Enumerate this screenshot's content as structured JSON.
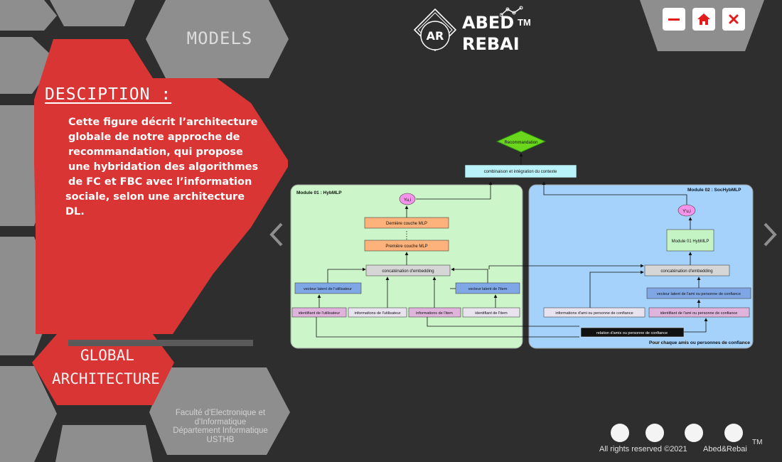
{
  "nav": {
    "models_label": "MODELS",
    "global_label_line1": "GLOBAL",
    "global_label_line2": "ARCHITECTURE"
  },
  "description": {
    "heading": "DESCIPTION :",
    "lines": [
      "Cette figure  décrit l’architecture",
      " globale de notre approche de",
      " recommandation, qui propose",
      " une hybridation des algorithmes",
      " de FC et FBC avec l’information",
      "sociale, selon une architecture DL."
    ]
  },
  "footer": {
    "faculty_lines": [
      "Faculté d'Electronique et",
      "d'Informatique",
      "Département Informatique",
      "USTHB"
    ],
    "rights": "All rights reserved ©2021",
    "brand": "Abed&Rebai",
    "tm": "TM"
  },
  "logo": {
    "monogram": "AR",
    "line1": "ABED",
    "line2": "REBAI",
    "tm": "TM"
  },
  "window_controls": {
    "minimize": "minimize-icon",
    "home": "home-icon",
    "close": "close-icon"
  },
  "icons": {
    "prev": "chevron-left-icon",
    "next": "chevron-right-icon"
  },
  "colors": {
    "background": "#2e2e2e",
    "hex_gray": "#8e8e8e",
    "accent_red": "#d93535",
    "module1_bg": "#ccf5c9",
    "module2_bg": "#a4d2fb"
  },
  "diagram": {
    "top_node": "Recommandation",
    "context_box": "combinaison et intégration du contexte",
    "module1": {
      "title": "Module 01 : HybMLP",
      "output": "Yu,i",
      "last_layer": "Dernière couche MLP",
      "first_layer": "Première couche MLP",
      "concat": "concaténation d'embedding",
      "latent_user": "vecteur latent de l'utilisateur",
      "latent_item": "vecteur latent de l'item",
      "id_user": "identifiant de l'utilisateur",
      "info_user": "informations de l'utilisateur",
      "info_item": "informations de l'item",
      "id_item": "identifiant de l'item"
    },
    "module2": {
      "title": "Module 02 : SocHybMLP",
      "output": "Y'u,i",
      "hybmlp": "Module 01 HybMLP",
      "concat": "concaténation d'embedding",
      "latent_friend": "vecteur latent de l'ami ou personne de confiance",
      "info_friend": "informations d'ami ou personne de confiance",
      "id_friend": "identifiant de l'ami ou personne de confiance",
      "relation": "relation d'amis ou personne de confiance",
      "footer": "Pour chaque amis ou personnes de confiance"
    }
  }
}
